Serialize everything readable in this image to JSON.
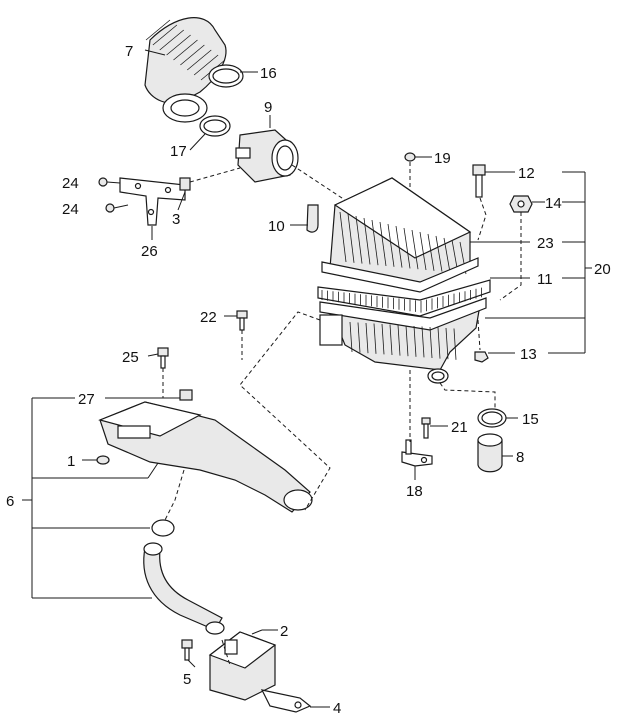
{
  "callouts": [
    {
      "id": "c1",
      "text": "1"
    },
    {
      "id": "c2",
      "text": "2"
    },
    {
      "id": "c3",
      "text": "3"
    },
    {
      "id": "c4",
      "text": "4"
    },
    {
      "id": "c5",
      "text": "5"
    },
    {
      "id": "c6",
      "text": "6"
    },
    {
      "id": "c7",
      "text": "7"
    },
    {
      "id": "c8",
      "text": "8"
    },
    {
      "id": "c9",
      "text": "9"
    },
    {
      "id": "c10",
      "text": "10"
    },
    {
      "id": "c11",
      "text": "11"
    },
    {
      "id": "c12",
      "text": "12"
    },
    {
      "id": "c13",
      "text": "13"
    },
    {
      "id": "c14",
      "text": "14"
    },
    {
      "id": "c15",
      "text": "15"
    },
    {
      "id": "c16",
      "text": "16"
    },
    {
      "id": "c17",
      "text": "17"
    },
    {
      "id": "c18",
      "text": "18"
    },
    {
      "id": "c19",
      "text": "19"
    },
    {
      "id": "c20",
      "text": "20"
    },
    {
      "id": "c21",
      "text": "21"
    },
    {
      "id": "c22",
      "text": "22"
    },
    {
      "id": "c23",
      "text": "23"
    },
    {
      "id": "c24a",
      "text": "24"
    },
    {
      "id": "c24b",
      "text": "24"
    },
    {
      "id": "c25",
      "text": "25"
    },
    {
      "id": "c26",
      "text": "26"
    },
    {
      "id": "c27",
      "text": "27"
    }
  ]
}
